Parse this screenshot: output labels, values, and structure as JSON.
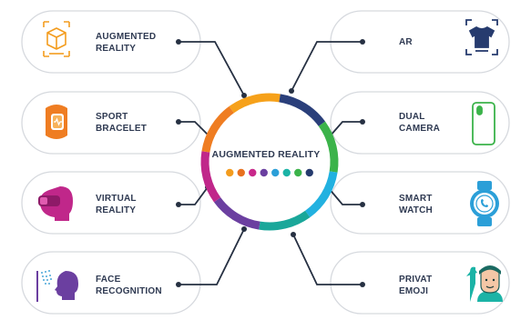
{
  "center": {
    "title": "AUGMENTED REALITY",
    "dot_colors": [
      "#f39c1e",
      "#e8711f",
      "#c8288a",
      "#6a3fa0",
      "#2b9fd8",
      "#1bb3a6",
      "#3bb34a",
      "#263b6e"
    ]
  },
  "ring_colors": [
    "#f6a11a",
    "#2a3f7a",
    "#3bb34a",
    "#22b1e0",
    "#1aa79a",
    "#6b3fa0",
    "#c0278a",
    "#ef7d22"
  ],
  "items": [
    {
      "lines": [
        "AUGMENTED",
        "REALITY"
      ],
      "icon": "ar-cube-icon",
      "color": "#f39c1e"
    },
    {
      "lines": [
        "SPORT",
        "BRACELET"
      ],
      "icon": "fitness-bracelet-icon",
      "color": "#e8711f"
    },
    {
      "lines": [
        "VIRTUAL",
        "REALITY"
      ],
      "icon": "vr-headset-icon",
      "color": "#c8288a"
    },
    {
      "lines": [
        "FACE",
        "RECOGNITION"
      ],
      "icon": "face-scan-icon",
      "color": "#6a3fa0"
    },
    {
      "lines": [
        "AR"
      ],
      "icon": "ar-shirt-icon",
      "color": "#263b6e"
    },
    {
      "lines": [
        "DUAL",
        "CAMERA"
      ],
      "icon": "smartphone-icon",
      "color": "#3bb34a"
    },
    {
      "lines": [
        "SMART",
        "WATCH"
      ],
      "icon": "smartwatch-icon",
      "color": "#2b9fd8"
    },
    {
      "lines": [
        "PRIVAT",
        "EMOJI"
      ],
      "icon": "emoji-avatar-icon",
      "color": "#1bb3a6"
    }
  ]
}
